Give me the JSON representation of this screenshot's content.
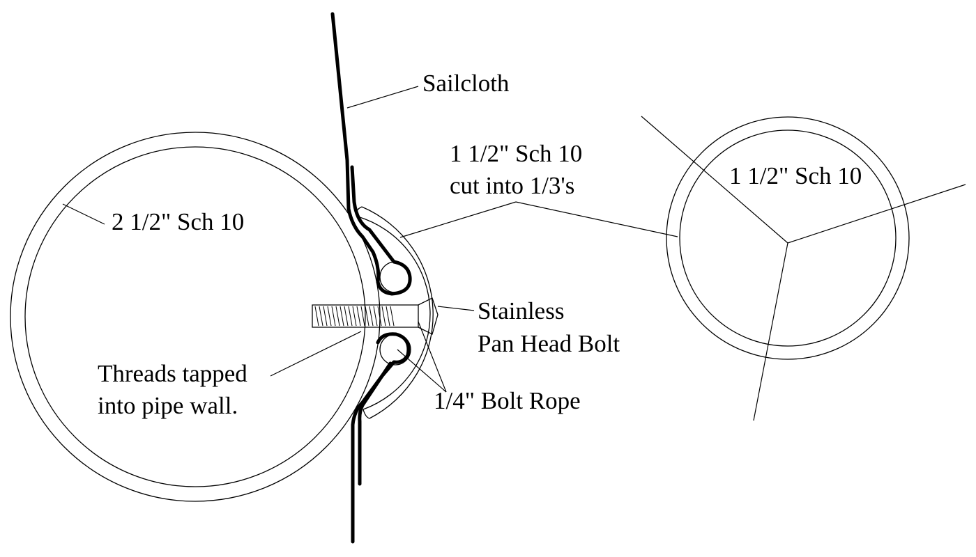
{
  "labels": {
    "sailcloth": "Sailcloth",
    "small_pipe_cut": [
      "1 1/2\" Sch 10",
      "cut into 1/3's"
    ],
    "small_pipe_whole": "1 1/2\" Sch 10",
    "large_pipe": "2 1/2\" Sch 10",
    "bolt": [
      "Stainless",
      "Pan Head Bolt"
    ],
    "threads": [
      "Threads tapped",
      "into pipe wall."
    ],
    "bolt_rope": "1/4\" Bolt Rope"
  }
}
